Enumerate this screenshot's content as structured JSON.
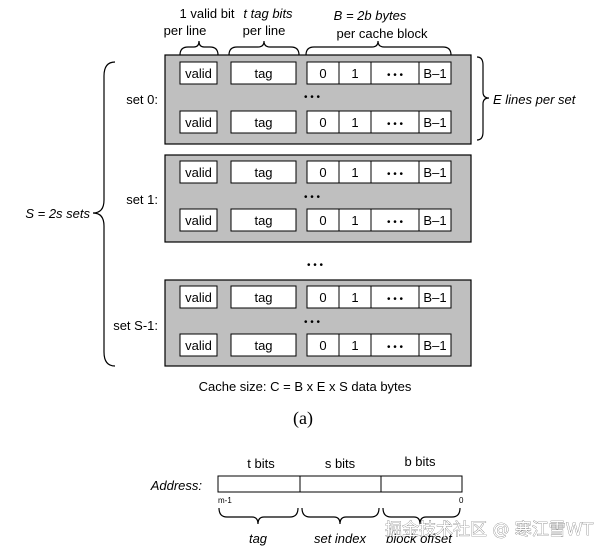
{
  "header": {
    "valid_bits": "1 valid bit",
    "valid_bits_sub": "per line",
    "tag_bits": "t tag bits",
    "tag_bits_sub": "per line",
    "block_bytes": "B = 2b bytes",
    "block_bytes_sub": "per cache block"
  },
  "line_fields": {
    "valid": "valid",
    "tag": "tag",
    "byte0": "0",
    "byte1": "1",
    "dots": "• • •",
    "last": "B–1"
  },
  "sets": [
    {
      "label": "set 0:"
    },
    {
      "label": "set 1:"
    },
    {
      "label": "set S-1:"
    }
  ],
  "vdots": "• • •",
  "lines_per_set": "E  lines per set",
  "num_sets": "S = 2s sets",
  "cache_size": "Cache size:  C = B x E x S data bytes",
  "caption": "(a)",
  "address": {
    "label": "Address:",
    "t_bits": "t bits",
    "s_bits": "s bits",
    "b_bits": "b bits",
    "msb": "m-1",
    "lsb": "0",
    "tag": "tag",
    "set_index": "set index",
    "block_offset": "block offset"
  },
  "watermark": "掘金技术社区 @ 寒江雪WT"
}
